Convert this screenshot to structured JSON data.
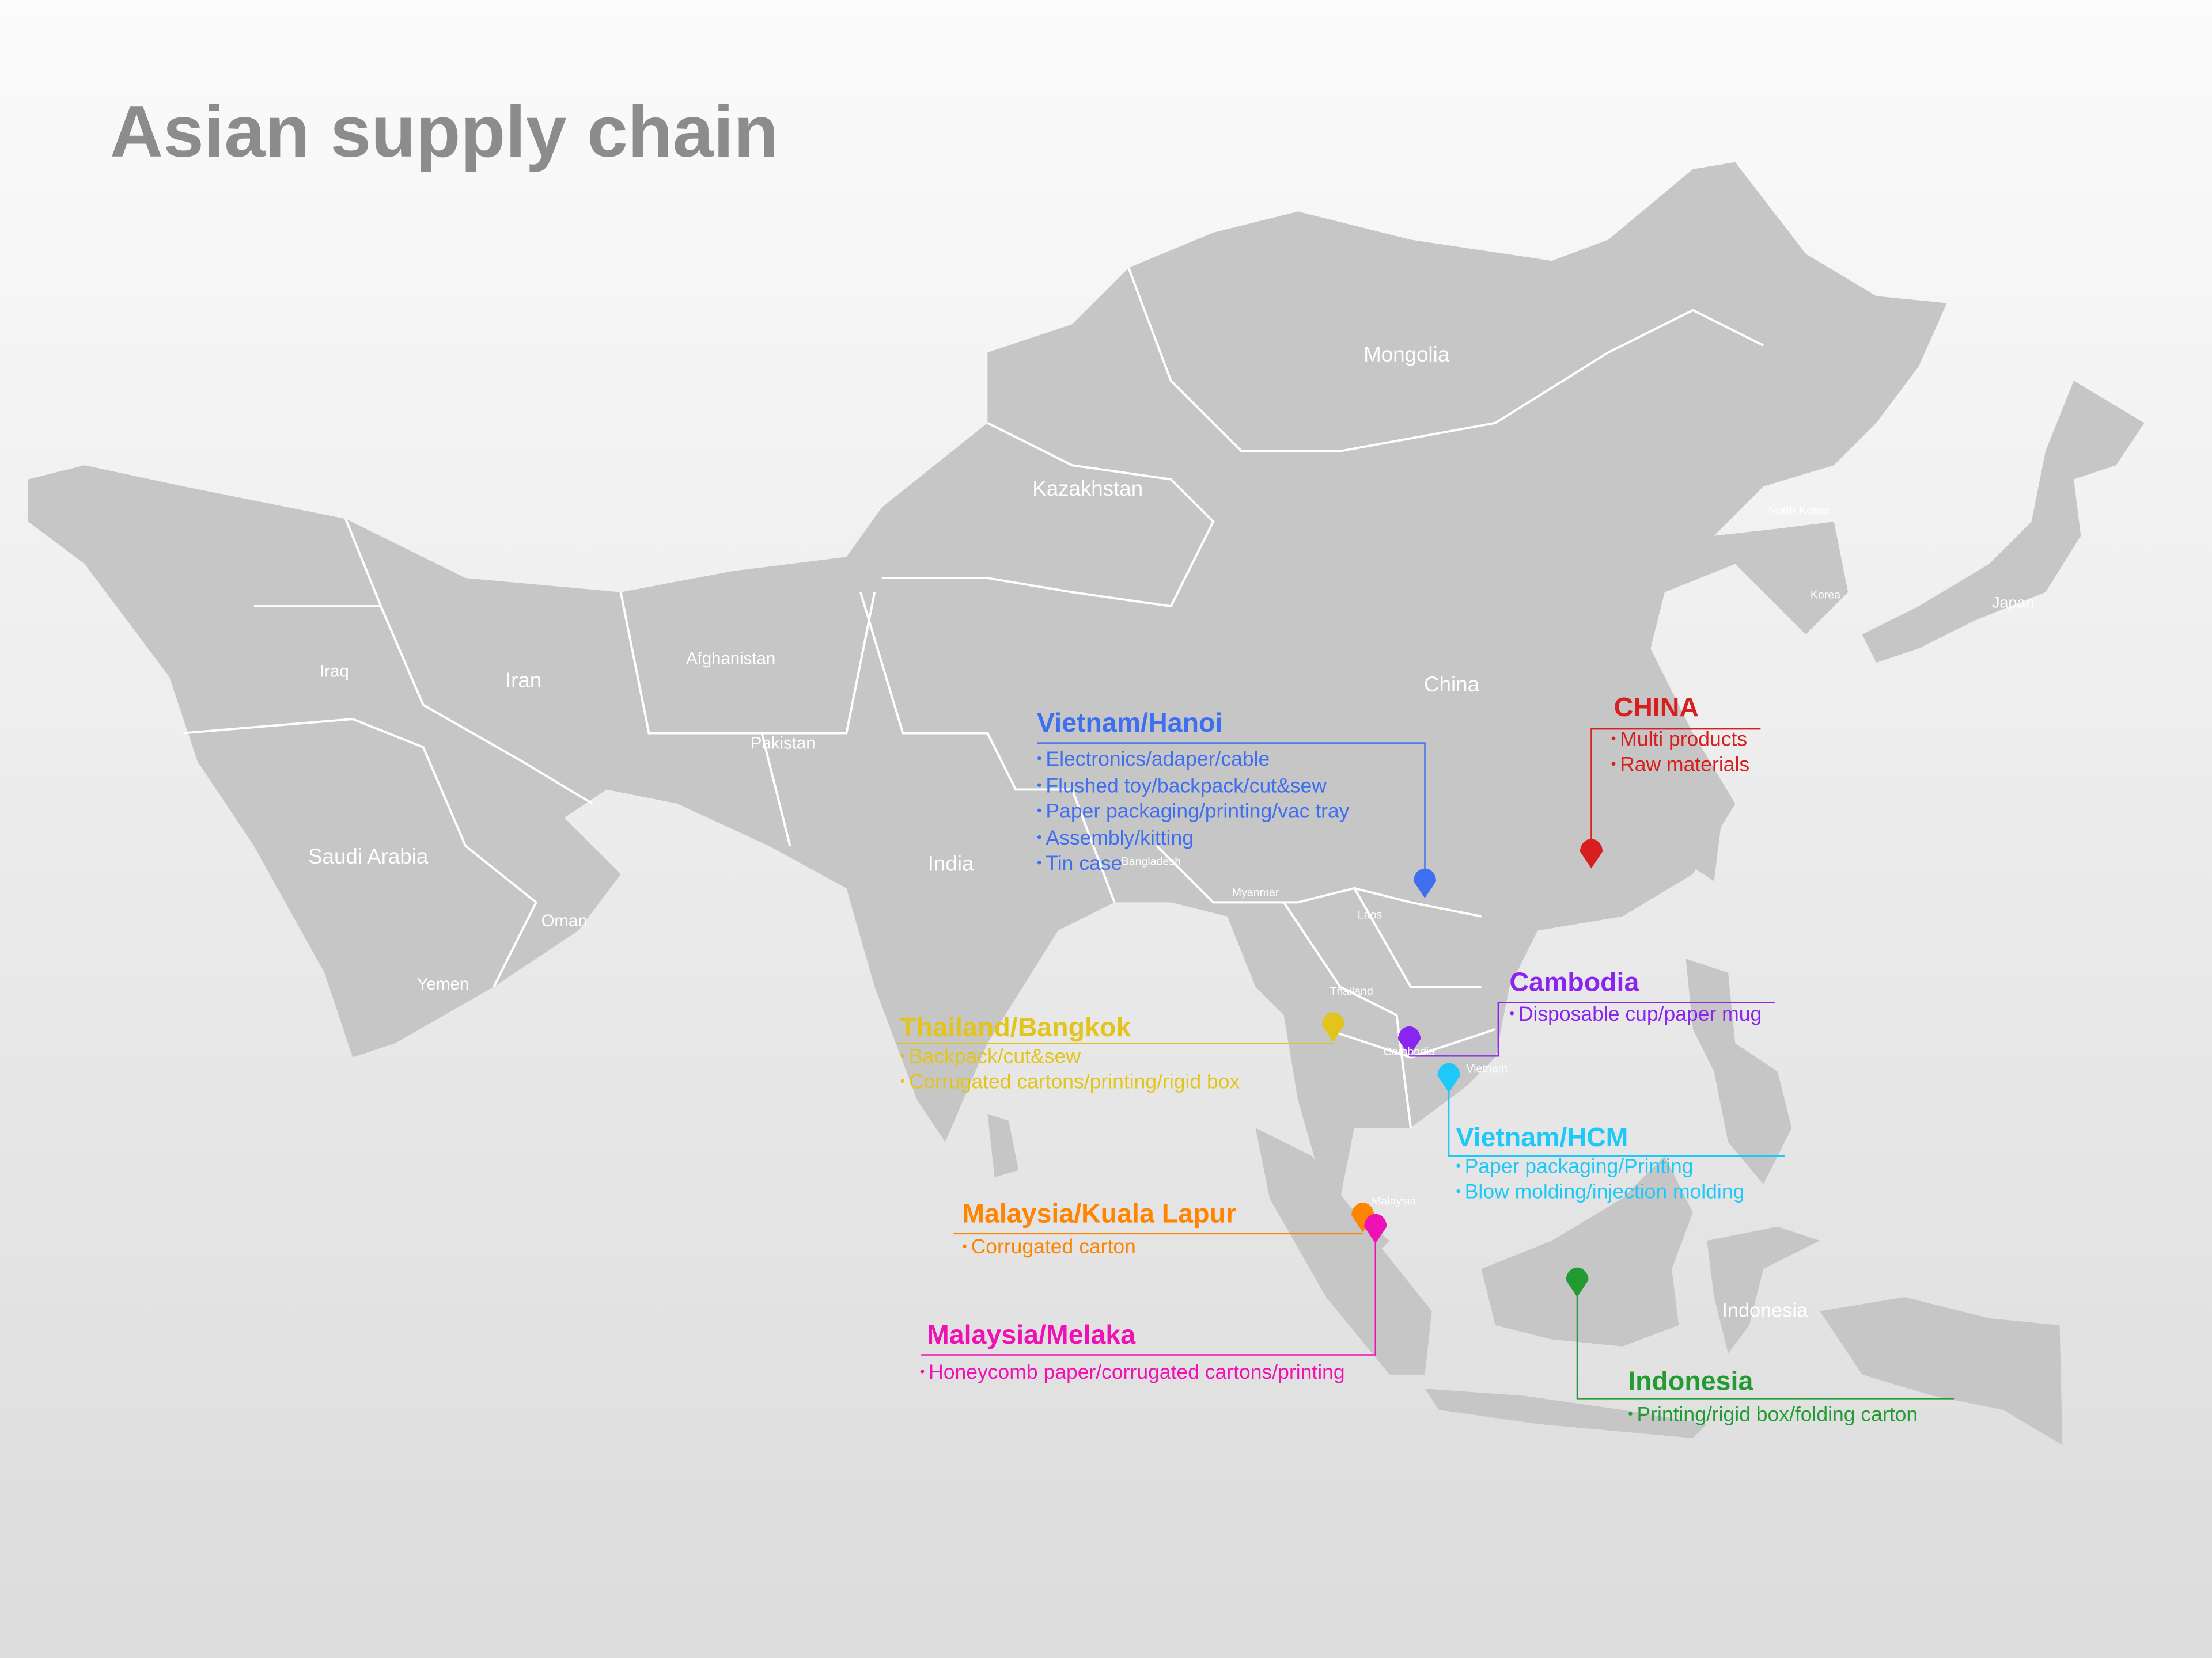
{
  "title": "Asian supply chain",
  "country_labels": {
    "mongolia": "Mongolia",
    "kazakhstan": "Kazakhstan",
    "china": "China",
    "iran": "Iran",
    "iraq": "Iraq",
    "afghanistan": "Afghanistan",
    "pakistan": "Pakistan",
    "saudi_arabia": "Saudi Arabia",
    "india": "India",
    "oman": "Oman",
    "yemen": "Yemen",
    "north_korea": "North Korea",
    "korea": "Korea",
    "japan": "Japan",
    "bangladesh": "Bangladesh",
    "myanmar": "Myanmar",
    "laos": "Laos",
    "thailand": "Thailand",
    "cambodia": "Cambodia",
    "vietnam": "Vietnam",
    "malaysia": "Malaysia",
    "indonesia": "Indonesia"
  },
  "callouts": {
    "hanoi": {
      "title": "Vietnam/Hanoi",
      "color": "#3d6ff0",
      "items": [
        "Electronics/adaper/cable",
        "Flushed toy/backpack/cut&sew",
        "Paper packaging/printing/vac tray",
        "Assembly/kitting",
        "Tin case"
      ]
    },
    "china": {
      "title": "CHINA",
      "color": "#d81e1e",
      "items": [
        "Multi products",
        "Raw materials"
      ]
    },
    "cambodia": {
      "title": "Cambodia",
      "color": "#8a25f0",
      "items": [
        "Disposable cup/paper mug"
      ]
    },
    "bangkok": {
      "title": "Thailand/Bangkok",
      "color": "#e3c41c",
      "items": [
        "Backpack/cut&sew",
        "Corrugated cartons/printing/rigid box"
      ]
    },
    "hcm": {
      "title": "Vietnam/HCM",
      "color": "#1ec8f8",
      "items": [
        "Paper packaging/Printing",
        "Blow molding/injection molding"
      ]
    },
    "kuala_lapur": {
      "title": "Malaysia/Kuala Lapur",
      "color": "#ff8400",
      "items": [
        "Corrugated carton"
      ]
    },
    "melaka": {
      "title": "Malaysia/Melaka",
      "color": "#ee12b4",
      "items": [
        "Honeycomb paper/corrugated cartons/printing"
      ]
    },
    "indonesia": {
      "title": "Indonesia",
      "color": "#229b33",
      "items": [
        "Printing/rigid box/folding carton"
      ]
    }
  }
}
